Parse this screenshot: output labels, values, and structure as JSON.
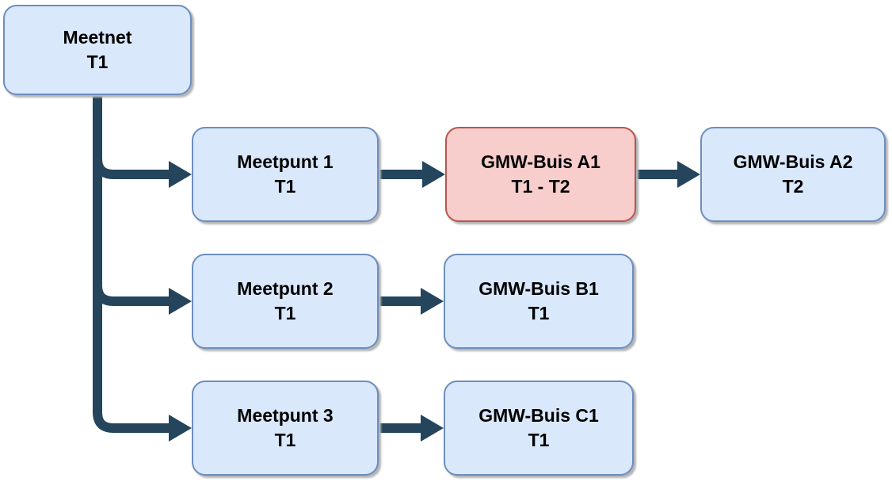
{
  "diagram": {
    "type": "tree",
    "colors": {
      "fill_blue": "#dae8fc",
      "border_blue": "#6c8ebf",
      "fill_red": "#f8cecc",
      "border_red": "#b85450",
      "arrow": "#24455c",
      "shadow": "#b5b5b5"
    },
    "nodes": [
      {
        "id": "meetnet",
        "label": "Meetnet",
        "period": "T1",
        "variant": "blue"
      },
      {
        "id": "meetpunt1",
        "label": "Meetpunt 1",
        "period": "T1",
        "variant": "blue"
      },
      {
        "id": "gmw-a1",
        "label": "GMW-Buis A1",
        "period": "T1 - T2",
        "variant": "red"
      },
      {
        "id": "gmw-a2",
        "label": "GMW-Buis A2",
        "period": "T2",
        "variant": "blue"
      },
      {
        "id": "meetpunt2",
        "label": "Meetpunt 2",
        "period": "T1",
        "variant": "blue"
      },
      {
        "id": "gmw-b1",
        "label": "GMW-Buis B1",
        "period": "T1",
        "variant": "blue"
      },
      {
        "id": "meetpunt3",
        "label": "Meetpunt 3",
        "period": "T1",
        "variant": "blue"
      },
      {
        "id": "gmw-c1",
        "label": "GMW-Buis C1",
        "period": "T1",
        "variant": "blue"
      }
    ],
    "edges": [
      {
        "from": "meetnet",
        "to": "meetpunt1"
      },
      {
        "from": "meetnet",
        "to": "meetpunt2"
      },
      {
        "from": "meetnet",
        "to": "meetpunt3"
      },
      {
        "from": "meetpunt1",
        "to": "gmw-a1"
      },
      {
        "from": "gmw-a1",
        "to": "gmw-a2"
      },
      {
        "from": "meetpunt2",
        "to": "gmw-b1"
      },
      {
        "from": "meetpunt3",
        "to": "gmw-c1"
      }
    ]
  }
}
